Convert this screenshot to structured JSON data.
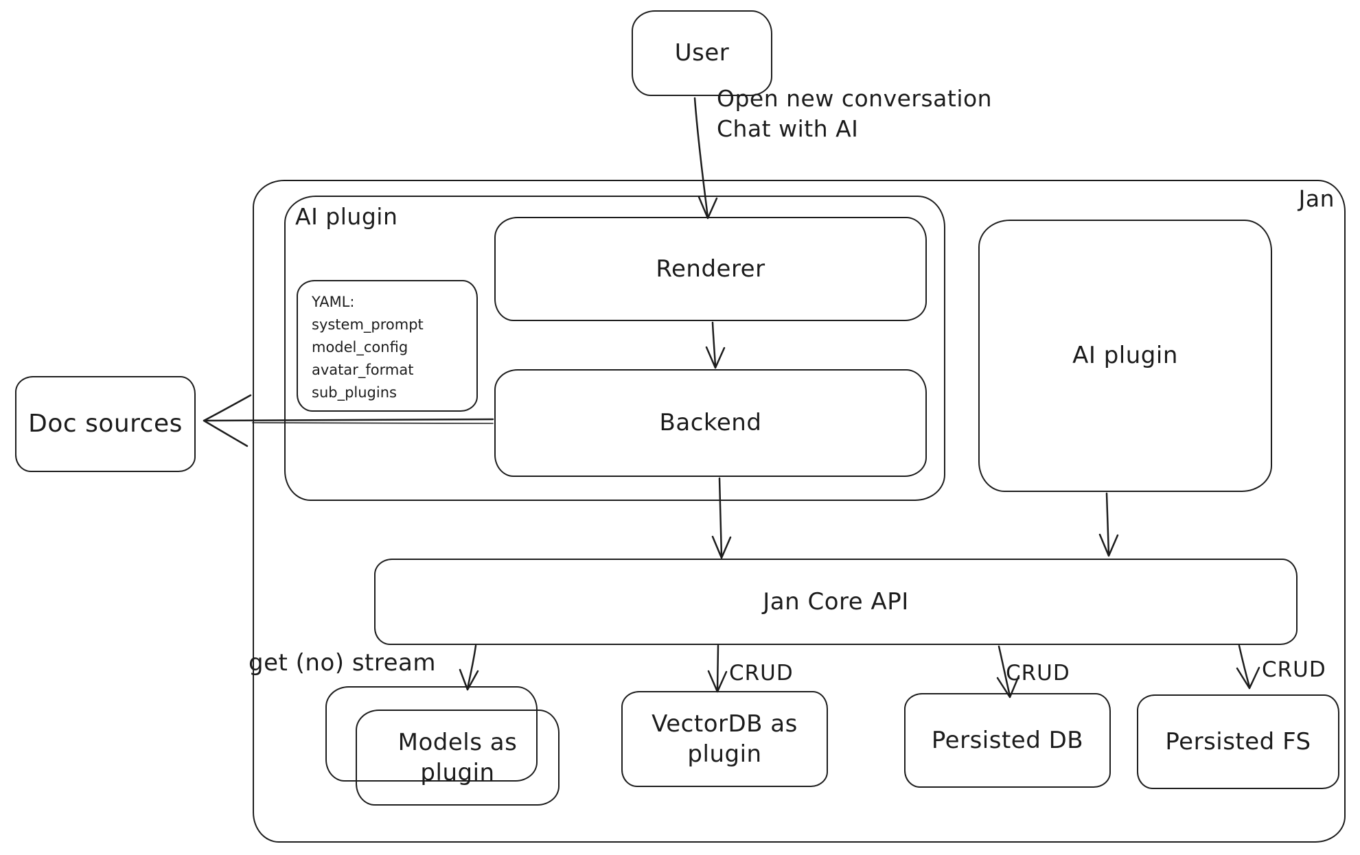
{
  "diagram": {
    "container_label": "Jan",
    "nodes": {
      "user": "User",
      "ai_plugin_group": "AI plugin",
      "renderer": "Renderer",
      "backend": "Backend",
      "ai_plugin_right": "AI plugin",
      "doc_sources": "Doc sources",
      "jan_core_api": "Jan Core API",
      "models_as_plugin": "Models as plugin",
      "vectordb_as_plugin": "VectorDB as plugin",
      "persisted_db": "Persisted DB",
      "persisted_fs": "Persisted FS",
      "yaml_note": {
        "lines": [
          "YAML:",
          "system_prompt",
          "model_config",
          "avatar_format",
          "sub_plugins"
        ]
      }
    },
    "edge_labels": {
      "user_action": [
        "Open new conversation",
        "Chat with AI"
      ],
      "get_no_stream": "get (no) stream",
      "crud_vectordb": "CRUD",
      "crud_persisted_db": "CRUD",
      "crud_persisted_fs": "CRUD"
    },
    "colors": {
      "stroke": "#1c1c1c",
      "background": "#ffffff",
      "text": "#1b1b1b"
    }
  }
}
